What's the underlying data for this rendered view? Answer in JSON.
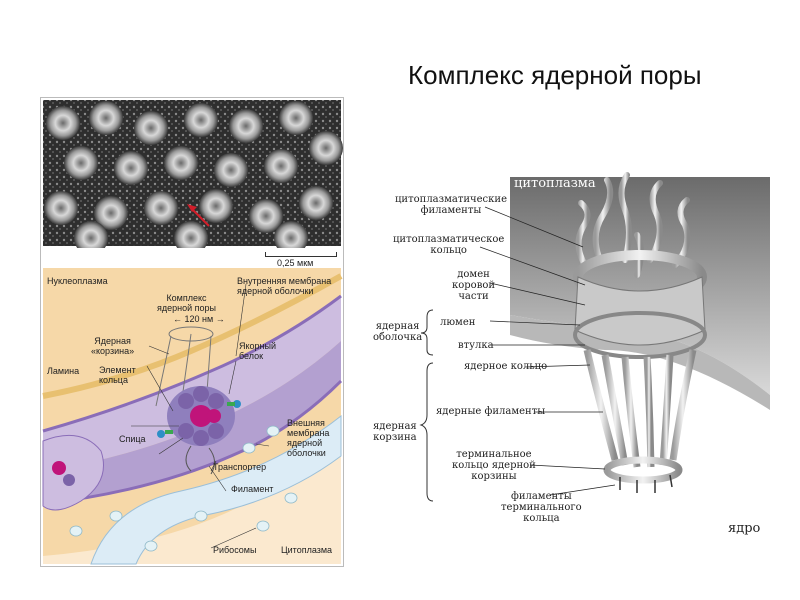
{
  "title": "Комплекс ядерной поры",
  "micrograph": {
    "scale_label": "0,25 мкм"
  },
  "scheme": {
    "nucleoplasm": "Нуклеоплазма",
    "complex_line1": "Комплекс",
    "complex_line2": "ядерной поры",
    "size": "120 нм",
    "inner_membrane_line1": "Внутренняя мембрана",
    "inner_membrane_line2": "ядерной оболочки",
    "basket_line1": "Ядерная",
    "basket_line2": "«корзина»",
    "anchor_line1": "Якорный",
    "anchor_line2": "белок",
    "lamina": "Ламина",
    "ring_element_line1": "Элемент",
    "ring_element_line2": "кольца",
    "spoke": "Спица",
    "outer_membrane_line1": "Внешняя",
    "outer_membrane_line2": "мембрана",
    "outer_membrane_line3": "ядерной",
    "outer_membrane_line4": "оболочки",
    "transporter": "Транспортер",
    "filament": "Филамент",
    "ribosomes": "Рибосомы",
    "cytoplasm": "Цитоплазма"
  },
  "model": {
    "cytoplasm": "цитоплазма",
    "nucleus": "ядро",
    "cyto_filaments_line1": "цитоплазматические",
    "cyto_filaments_line2": "филаменты",
    "cyto_ring_line1": "цитоплазматическое",
    "cyto_ring_line2": "кольцо",
    "core_domain_line1": "домен",
    "core_domain_line2": "коровой",
    "core_domain_line3": "части",
    "envelope_line1": "ядерная",
    "envelope_line2": "оболочка",
    "lumen": "люмен",
    "bushing": "втулка",
    "nuclear_ring": "ядерное кольцо",
    "basket_line1": "ядерная",
    "basket_line2": "корзина",
    "nuclear_filaments": "ядерные филаменты",
    "terminal_ring_line1": "терминальное",
    "terminal_ring_line2": "кольцо ядерной",
    "terminal_ring_line3": "корзины",
    "terminal_filaments_line1": "филаменты",
    "terminal_filaments_line2": "терминального",
    "terminal_filaments_line3": "кольца"
  }
}
